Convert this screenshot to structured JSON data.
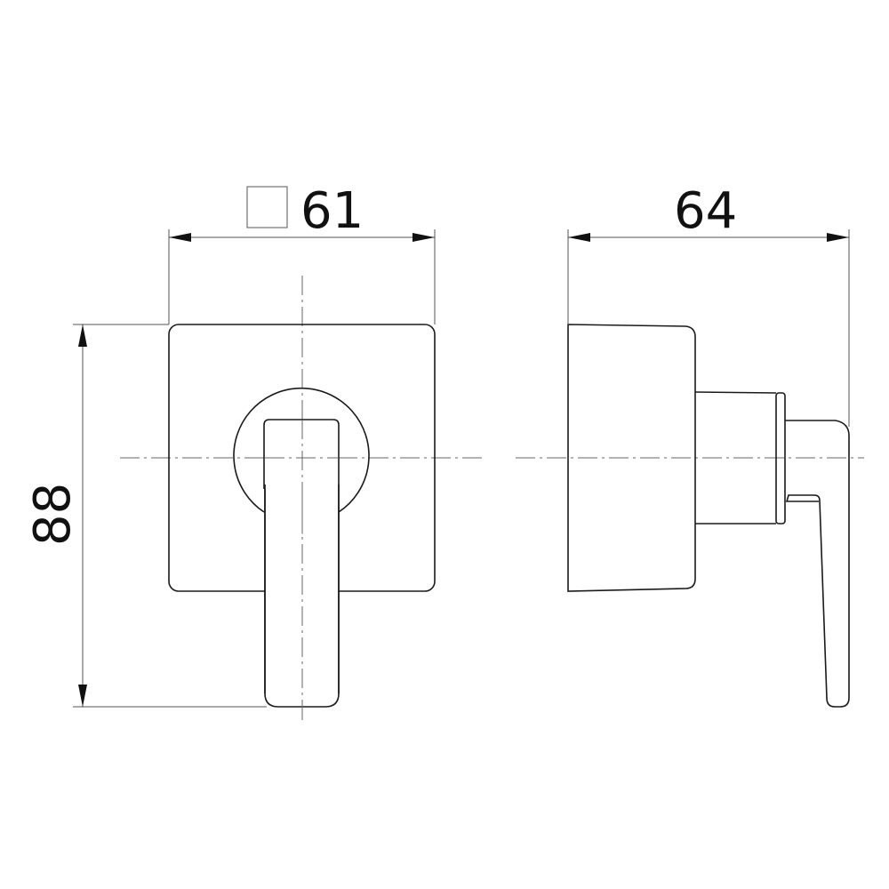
{
  "drawing": {
    "front_view": {
      "dimension_width": {
        "value": "61",
        "symbol": "square-icon"
      },
      "dimension_height": {
        "value": "88"
      }
    },
    "side_view": {
      "dimension_depth": {
        "value": "64"
      }
    }
  },
  "colors": {
    "line": "#1a1a1a",
    "dimension": "#555555"
  }
}
